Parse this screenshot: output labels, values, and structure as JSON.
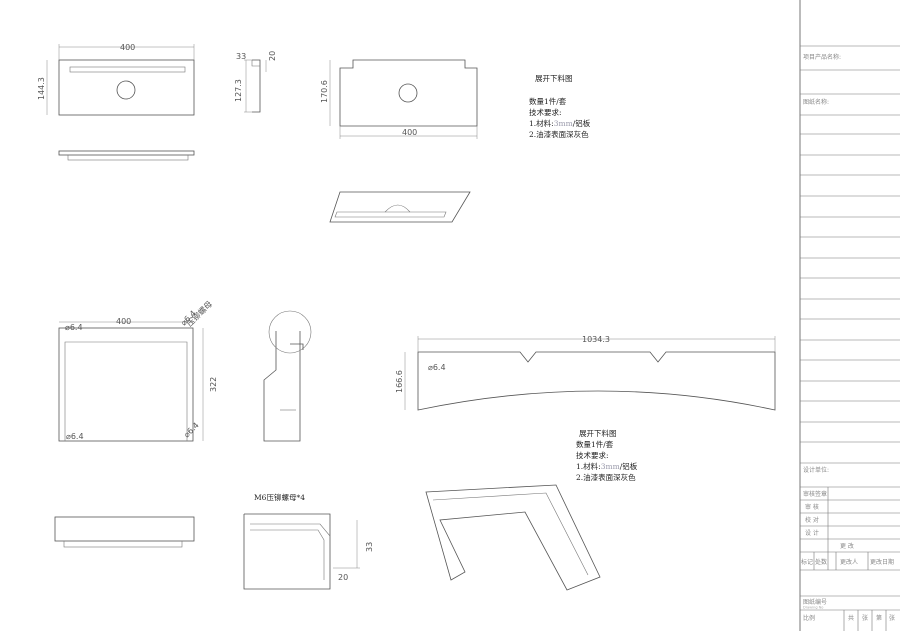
{
  "top_view": {
    "width": "400",
    "height": "144.3"
  },
  "side_view": {
    "d1": "33",
    "d2": "20",
    "d3": "127.3"
  },
  "unfold_top": {
    "height": "170.6",
    "width": "400"
  },
  "notes_1": {
    "title": "展开下料图",
    "qty": "数量1件/套",
    "tech": "技术要求:",
    "line1_pre": "1.材料:",
    "line1_mat": "3mm",
    "line1_post": "/铝板",
    "line2": "2.油漆表面深灰色"
  },
  "front_view": {
    "width": "400",
    "height": "322",
    "hole_tl": "⌀6.4",
    "hole_tr": "⌀6.4",
    "hole_bl": "⌀6.4",
    "hole_br": "⌀6.4",
    "label": "压铆螺母"
  },
  "unfold_bottom": {
    "width": "1034.3",
    "height": "166.6",
    "hole": "⌀6.4"
  },
  "notes_2": {
    "title": "展开下料图",
    "qty": "数量1件/套",
    "tech": "技术要求:",
    "line1_pre": "1.材料:",
    "line1_mat": "3mm",
    "line1_post": "/铝板",
    "line2": "2.油漆表面深灰色"
  },
  "detail": {
    "label": "M6压铆螺母*4",
    "d1": "33",
    "d2": "20"
  },
  "title_block": {
    "project": "项目产品名称:",
    "drawing": "图纸名称:",
    "designer_unit": "设计单位:",
    "rows": [
      "审核签章",
      "审 核",
      "校 对",
      "设 计"
    ],
    "change_header": "更 改",
    "change_cols": [
      "标记",
      "处数",
      "更改人",
      "更改日期"
    ],
    "drawing_no": "图纸编号",
    "drawing_no_sub": "Drawing No",
    "scale": "比例",
    "sheet": [
      "共",
      "张",
      "第",
      "张"
    ]
  }
}
